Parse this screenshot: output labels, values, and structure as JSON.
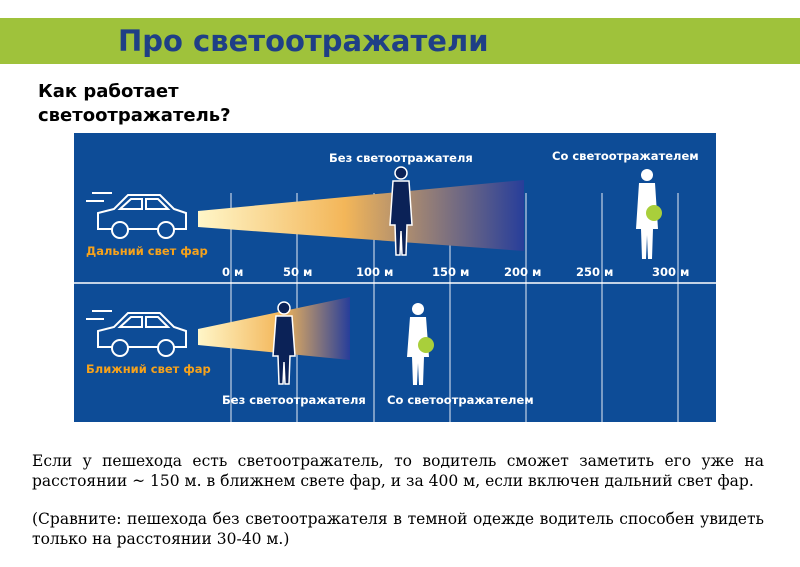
{
  "title": "Про светоотражатели",
  "subtitle": "Как работает светоотражатель?",
  "diagram": {
    "without_reflector_top": "Без светоотражателя",
    "with_reflector_top": "Со светоотражателем",
    "high_beam": "Дальний свет фар",
    "low_beam": "Ближний свет фар",
    "distance_ticks": [
      "0 м",
      "50 м",
      "100 м",
      "150 м",
      "200 м",
      "250 м",
      "300 м"
    ],
    "without_reflector_bottom": "Без светоотражателя",
    "with_reflector_bottom": "Со светоотражателем",
    "colors": {
      "background": "#0d4c97",
      "beam_start": "#fff6c8",
      "beam_mid": "#f3b659",
      "beam_end": "#273e9a",
      "reflector": "#a9cf3b",
      "label_orange": "#f6a21b"
    }
  },
  "paragraph1": "Если у пешехода есть светоотражатель, то водитель сможет заметить его уже на расстоянии ~ 150 м. в ближнем свете фар, и за 400 м, если включен дальний свет фар.",
  "paragraph2": "(Сравните: пешехода без светоотражателя в темной одежде водитель способен увидеть только на расстоянии 30-40 м.)",
  "colors": {
    "title_bar": "#9fc23b",
    "title_text": "#1f3f86"
  }
}
